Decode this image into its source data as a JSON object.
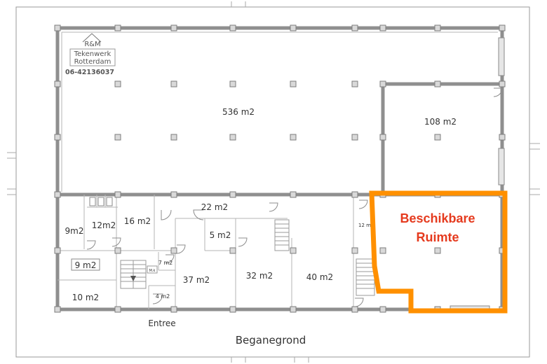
{
  "logo": {
    "line1": "R&M",
    "line2": "Tekenwerk",
    "line3": "Rotterdam",
    "phone": "06-42136037"
  },
  "rooms": {
    "hall_large": "536 m2",
    "hall_small": "108 m2",
    "corridor": "22 m2",
    "toilet_small": "9m2",
    "r12": "12m2",
    "r16": "16 m2",
    "r9": "9 m2",
    "r10": "10 m2",
    "r7": "7 m2",
    "r4": "4 m2",
    "r5": "5 m2",
    "r37": "37 m2",
    "r32": "32 m2",
    "r40": "40 m2",
    "r12b": "12 m",
    "meter": "M.k"
  },
  "highlight": {
    "line1": "Beschikbare",
    "line2": "Ruimte",
    "outline_color": "#ff9000",
    "text_color": "#e53a1e"
  },
  "entrance": "Entree",
  "floor": "Beganegrond"
}
